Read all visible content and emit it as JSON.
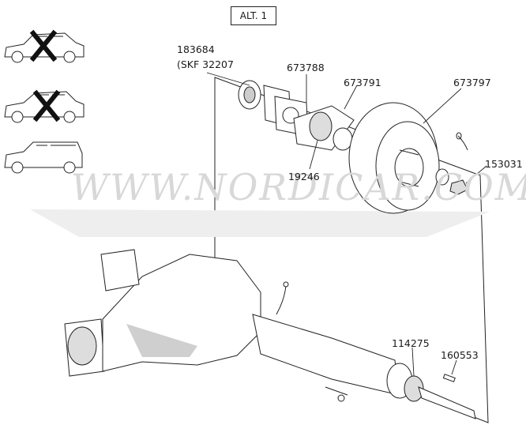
{
  "alt_label": "ALT. 1",
  "watermark": "WWW.NORDICAR.COM",
  "cars": [
    {
      "name": "sedan-2door",
      "excluded": true
    },
    {
      "name": "sedan-4door",
      "excluded": true
    },
    {
      "name": "estate",
      "excluded": false
    }
  ],
  "part_numbers": {
    "p183684": "183684",
    "skf": "(SKF 32207",
    "p673788": "673788",
    "p673791": "673791",
    "p673797": "673797",
    "p19246": "19246",
    "p153031": "153031",
    "p114275": "114275",
    "p160553": "160553"
  },
  "colors": {
    "line": "#1a1a1a",
    "fill": "#ffffff",
    "shade": "#c8c8c8",
    "watermark": "#d8d8d8"
  }
}
